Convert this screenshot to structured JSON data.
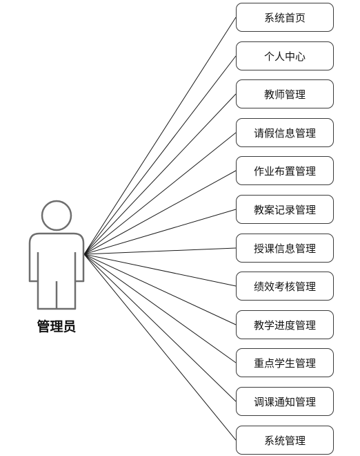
{
  "actor": {
    "label": "管理员",
    "icon": "person-actor-icon"
  },
  "use_cases": [
    {
      "id": "system-home",
      "label": "系统首页"
    },
    {
      "id": "personal-center",
      "label": "个人中心"
    },
    {
      "id": "teacher-management",
      "label": "教师管理"
    },
    {
      "id": "leave-info-management",
      "label": "请假信息管理"
    },
    {
      "id": "homework-assignment-management",
      "label": "作业布置管理"
    },
    {
      "id": "lesson-plan-record-management",
      "label": "教案记录管理"
    },
    {
      "id": "teaching-info-management",
      "label": "授课信息管理"
    },
    {
      "id": "performance-assessment-management",
      "label": "绩效考核管理"
    },
    {
      "id": "teaching-progress-management",
      "label": "教学进度管理"
    },
    {
      "id": "key-student-management",
      "label": "重点学生管理"
    },
    {
      "id": "class-adjustment-notice-management",
      "label": "调课通知管理"
    },
    {
      "id": "system-management",
      "label": "系统管理"
    }
  ],
  "colors": {
    "line": "#1a1a1a",
    "actor_outline": "#6e6e6e",
    "box_border": "#3a3a3a"
  }
}
